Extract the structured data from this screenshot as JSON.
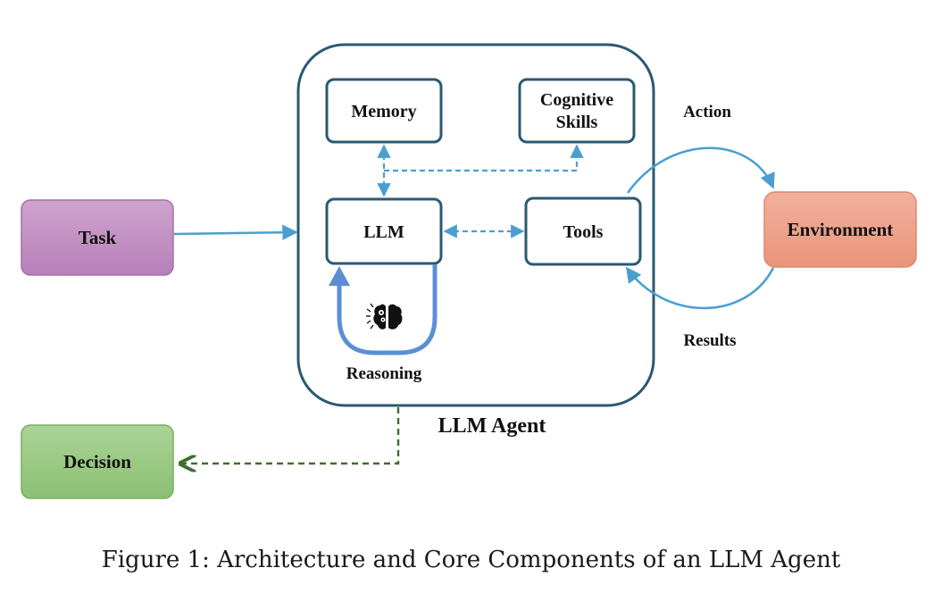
{
  "nodes": {
    "task": "Task",
    "decision": "Decision",
    "memory": "Memory",
    "cognitive_line1": "Cognitive",
    "cognitive_line2": "Skills",
    "llm": "LLM",
    "tools": "Tools",
    "environment": "Environment",
    "agent_label": "LLM Agent",
    "reasoning": "Reasoning"
  },
  "edges": {
    "action": "Action",
    "results": "Results"
  },
  "caption": "Figure 1: Architecture and Core Components of an LLM Agent",
  "colors": {
    "agent_border": "#2b5872",
    "box_border": "#2b5872",
    "arrow_blue": "#4a9fd0",
    "reasoning_blue": "#5b8ed6",
    "task_fill": "#bf8bc0",
    "decision_fill": "#97c77e",
    "environment_fill": "#ee9f86",
    "decision_arrow": "#3f6e2e"
  }
}
